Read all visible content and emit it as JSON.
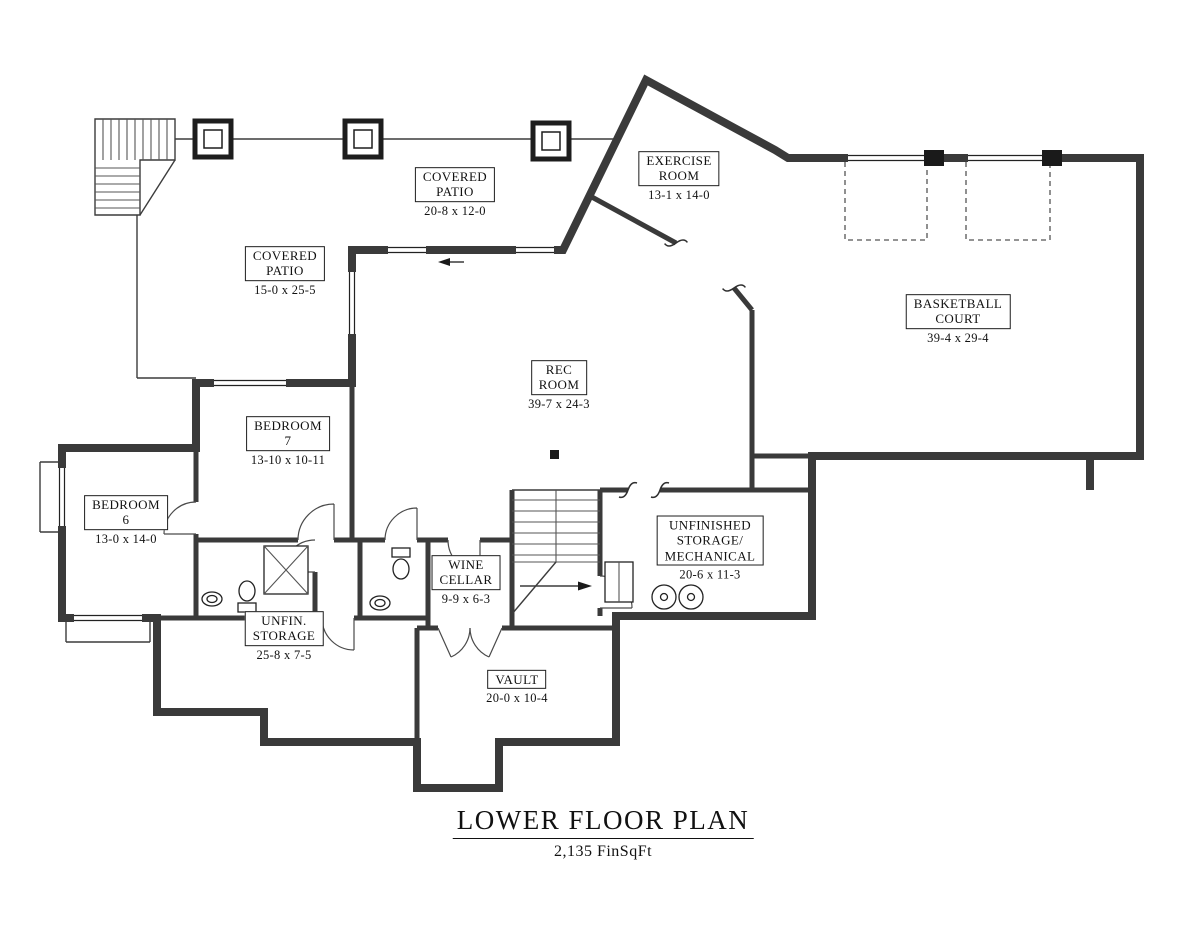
{
  "page": {
    "title": "LOWER FLOOR PLAN",
    "subtitle": "2,135 FinSqFt"
  },
  "rooms": {
    "covered_patio_top": {
      "line1": "COVERED",
      "line2": "PATIO",
      "dims": "20-8 x 12-0"
    },
    "covered_patio_left": {
      "line1": "COVERED",
      "line2": "PATIO",
      "dims": "15-0 x 25-5"
    },
    "exercise_room": {
      "line1": "EXERCISE",
      "line2": "ROOM",
      "dims": "13-1 x 14-0"
    },
    "basketball_court": {
      "line1": "BASKETBALL",
      "line2": "COURT",
      "dims": "39-4 x 29-4"
    },
    "rec_room": {
      "line1": "REC",
      "line2": "ROOM",
      "dims": "39-7 x 24-3"
    },
    "bedroom_7": {
      "line1": "BEDROOM",
      "line2": "7",
      "dims": "13-10 x 10-11"
    },
    "bedroom_6": {
      "line1": "BEDROOM",
      "line2": "6",
      "dims": "13-0 x 14-0"
    },
    "unfinished_storage_mechanical": {
      "line1": "UNFINISHED",
      "line2": "STORAGE/",
      "line3": "MECHANICAL",
      "dims": "20-6 x 11-3"
    },
    "wine_cellar": {
      "line1": "WINE",
      "line2": "CELLAR",
      "dims": "9-9 x 6-3"
    },
    "unfin_storage": {
      "line1": "UNFIN.",
      "line2": "STORAGE",
      "dims": "25-8 x 7-5"
    },
    "vault": {
      "line1": "VAULT",
      "dims": "20-0 x 10-4"
    }
  },
  "colors": {
    "wall": "#3a3a3a",
    "line": "#2b2b2b",
    "background": "#ffffff"
  }
}
